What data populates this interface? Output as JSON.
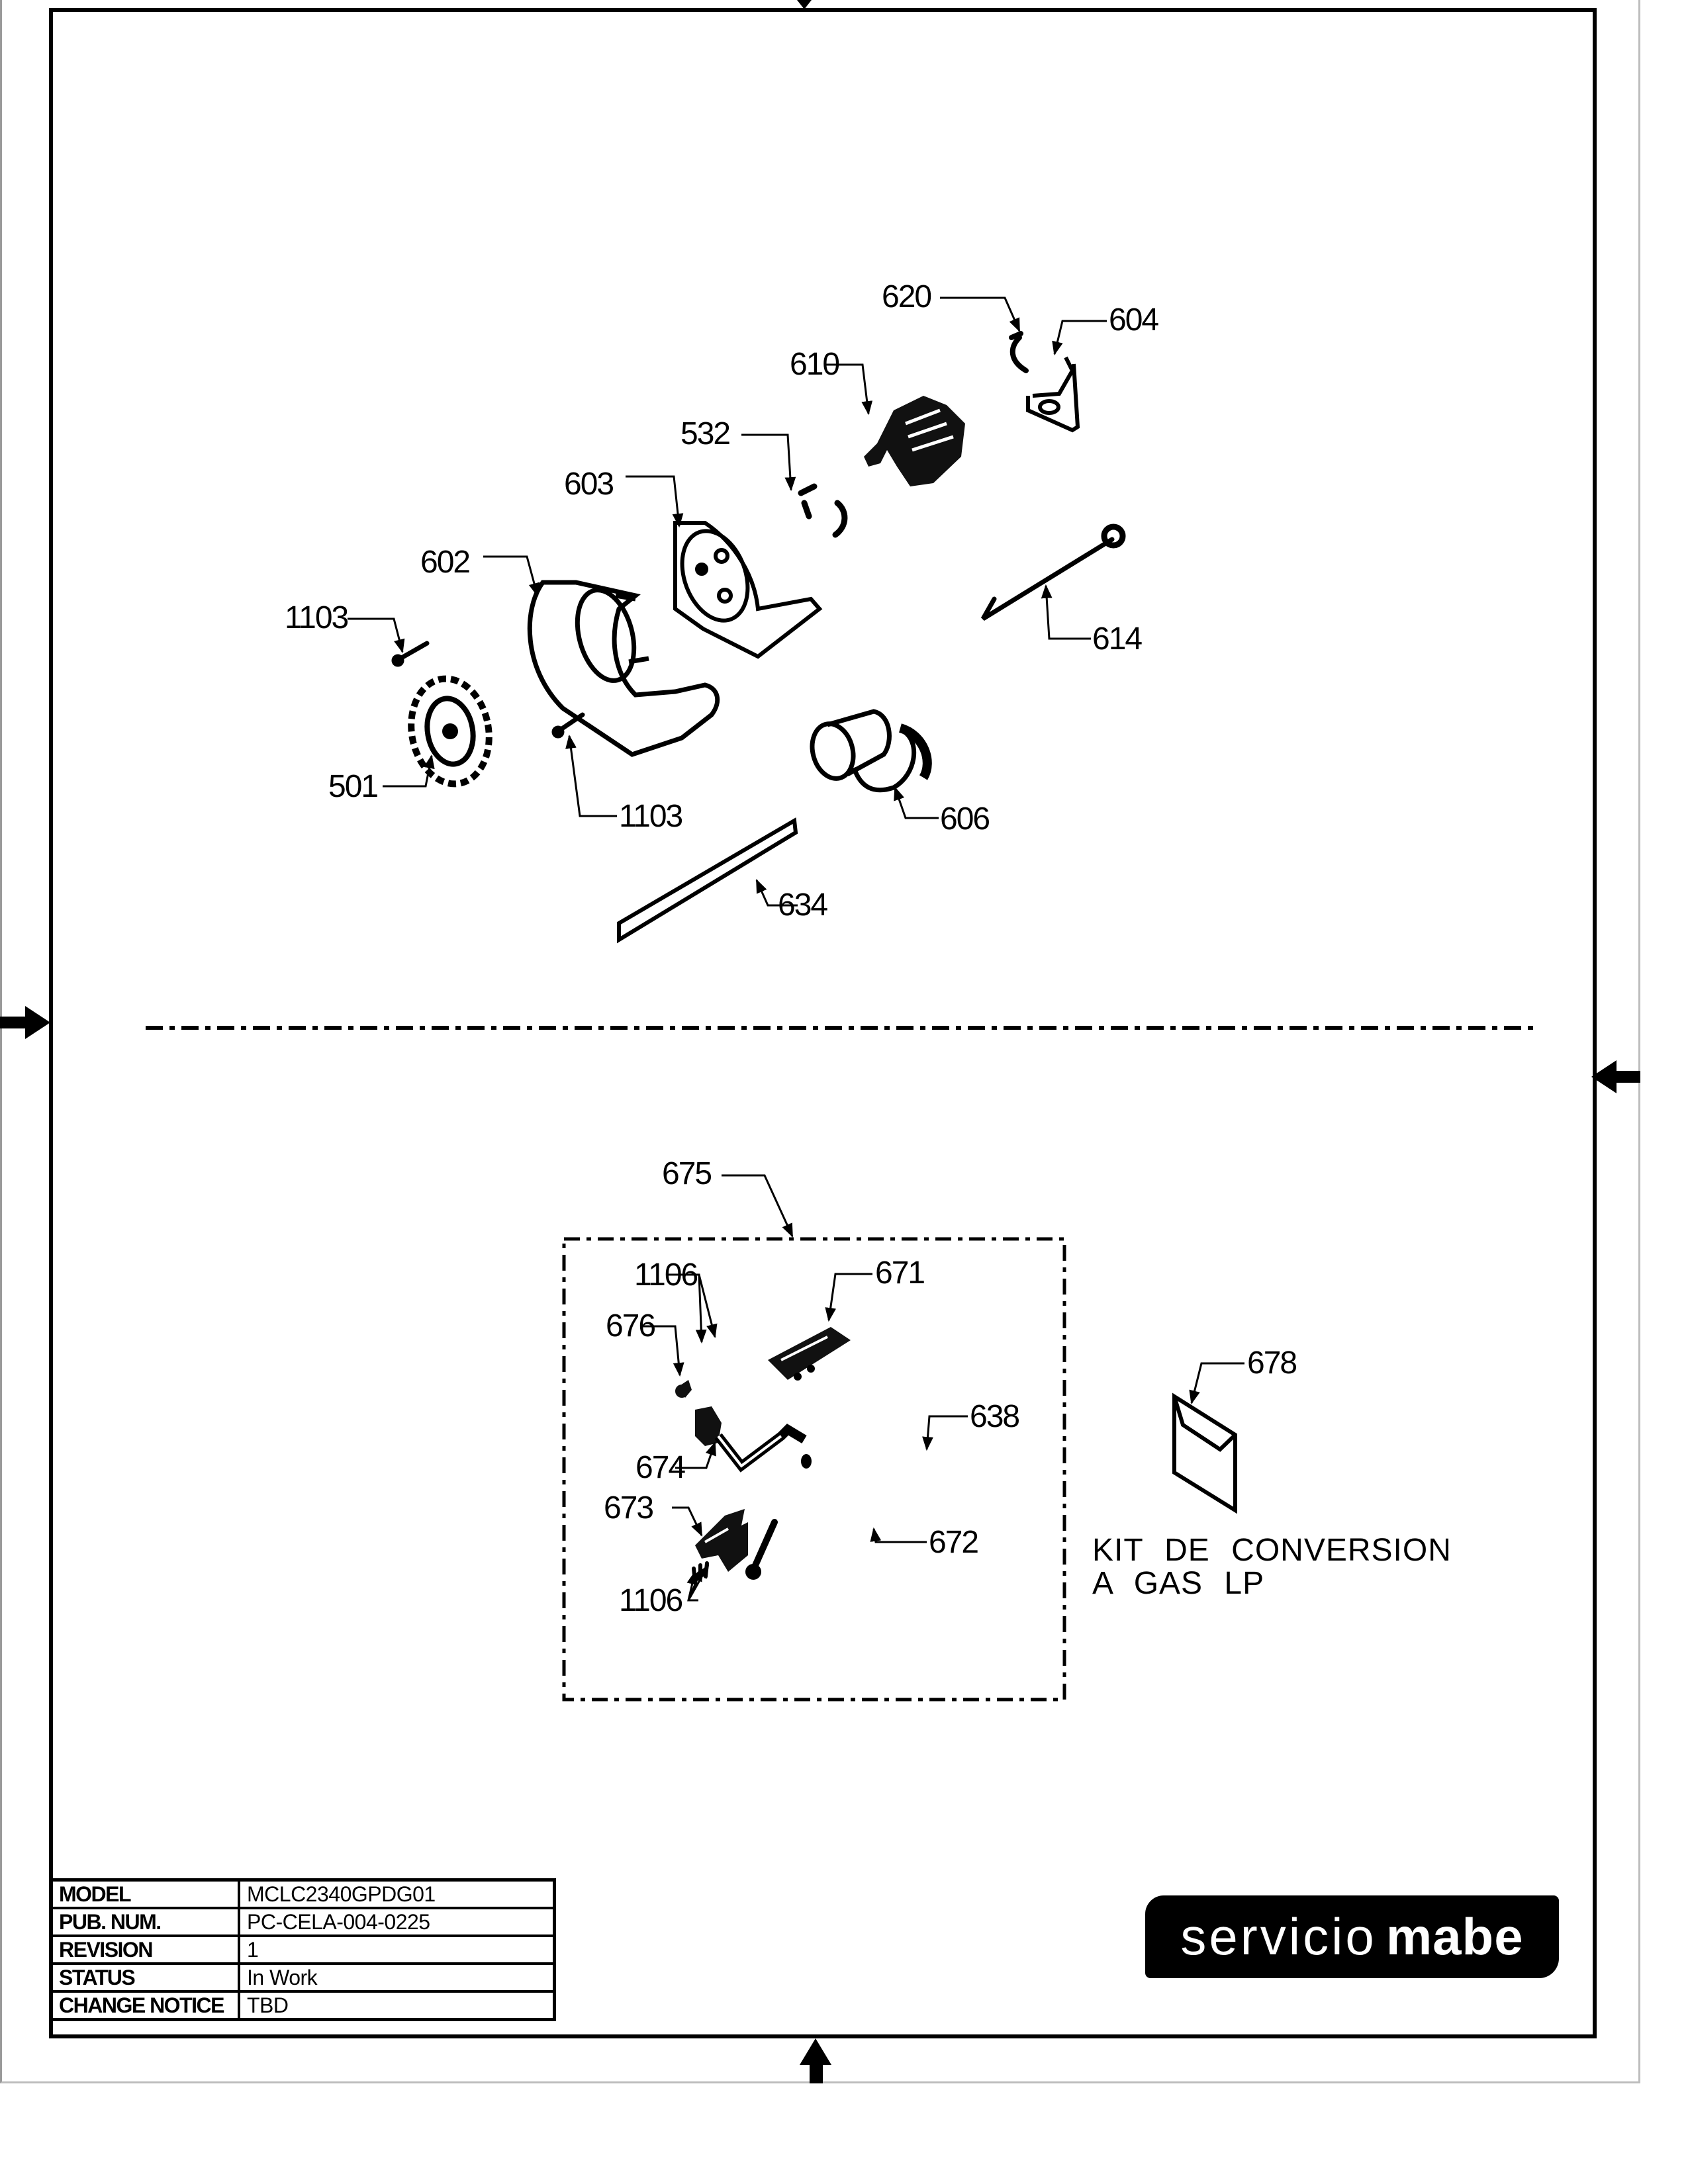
{
  "document": {
    "type": "exploded parts diagram",
    "upper_section_callouts": [
      "620",
      "604",
      "610",
      "532",
      "603",
      "602",
      "1103",
      "614",
      "501",
      "1103",
      "606",
      "634"
    ],
    "lower_section_callouts": [
      "675",
      "1106",
      "671",
      "676",
      "638",
      "674",
      "673",
      "672",
      "1106",
      "678"
    ],
    "kit_group_label": "675",
    "kit_caption": [
      "KIT DE CONVERSION",
      "A GAS LP"
    ],
    "kit_part": "678"
  },
  "callouts": {
    "c620": "620",
    "c604": "604",
    "c610": "610",
    "c532": "532",
    "c603": "603",
    "c602": "602",
    "c1103a": "1103",
    "c614": "614",
    "c501": "501",
    "c1103b": "1103",
    "c606": "606",
    "c634": "634",
    "c675": "675",
    "c1106a": "1106",
    "c671": "671",
    "c676": "676",
    "c638": "638",
    "c674": "674",
    "c673": "673",
    "c672": "672",
    "c1106b": "1106",
    "c678": "678"
  },
  "kit_caption": {
    "line1": "KIT DE CONVERSION",
    "line2": "A GAS LP"
  },
  "title_block": {
    "rows": [
      {
        "label": "MODEL",
        "value": "MCLC2340GPDG01"
      },
      {
        "label": "PUB. NUM.",
        "value": "PC-CELA-004-0225"
      },
      {
        "label": "REVISION",
        "value": "1"
      },
      {
        "label": "STATUS",
        "value": "In Work"
      },
      {
        "label": "CHANGE NOTICE",
        "value": "TBD"
      }
    ]
  },
  "logo": {
    "light_text": "servicio",
    "bold_text": "mabe",
    "background_color": "#000000",
    "text_color": "#ffffff"
  },
  "icons": {
    "top_center_marker": "down-arrow-icon",
    "left_center_marker": "right-arrow-icon",
    "right_center_marker": "left-arrow-icon",
    "bottom_center_marker": "up-arrow-icon"
  }
}
